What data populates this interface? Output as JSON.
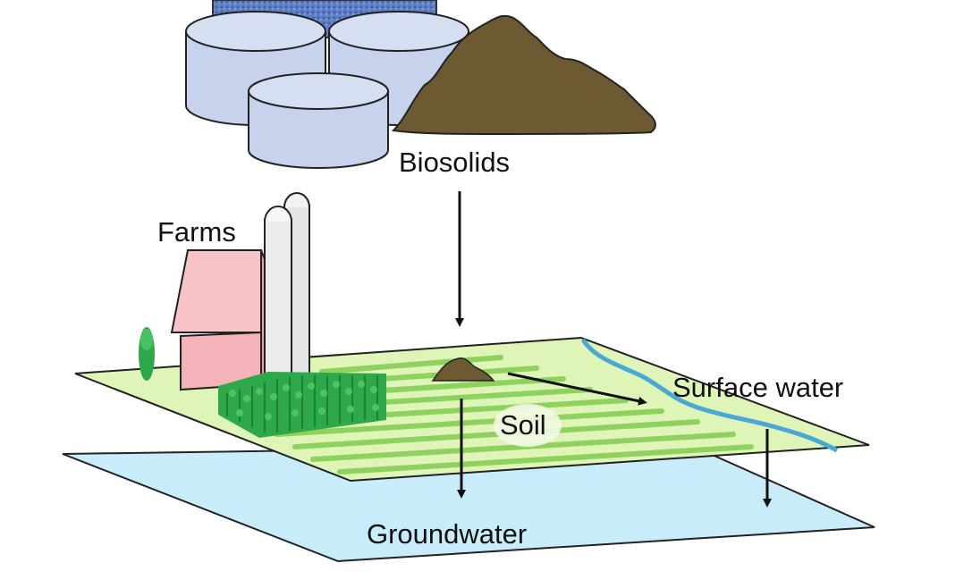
{
  "labels": {
    "biosolids": "Biosolids",
    "farms": "Farms",
    "soil": "Soil",
    "surface_water": "Surface water",
    "groundwater": "Groundwater"
  },
  "colors": {
    "tanks": "#c7d3ec",
    "tank_building": "#5f7fc4",
    "biosolids_pile": "#6e5a32",
    "barn": "#f3b3b8",
    "silo": "#e5e5e5",
    "field": "#dff5b8",
    "field_rows": "#8fd15f",
    "corn": "#2fa84a",
    "river": "#4aa8d6",
    "groundwater": "#c9ecfa",
    "arrow": "#111111"
  }
}
